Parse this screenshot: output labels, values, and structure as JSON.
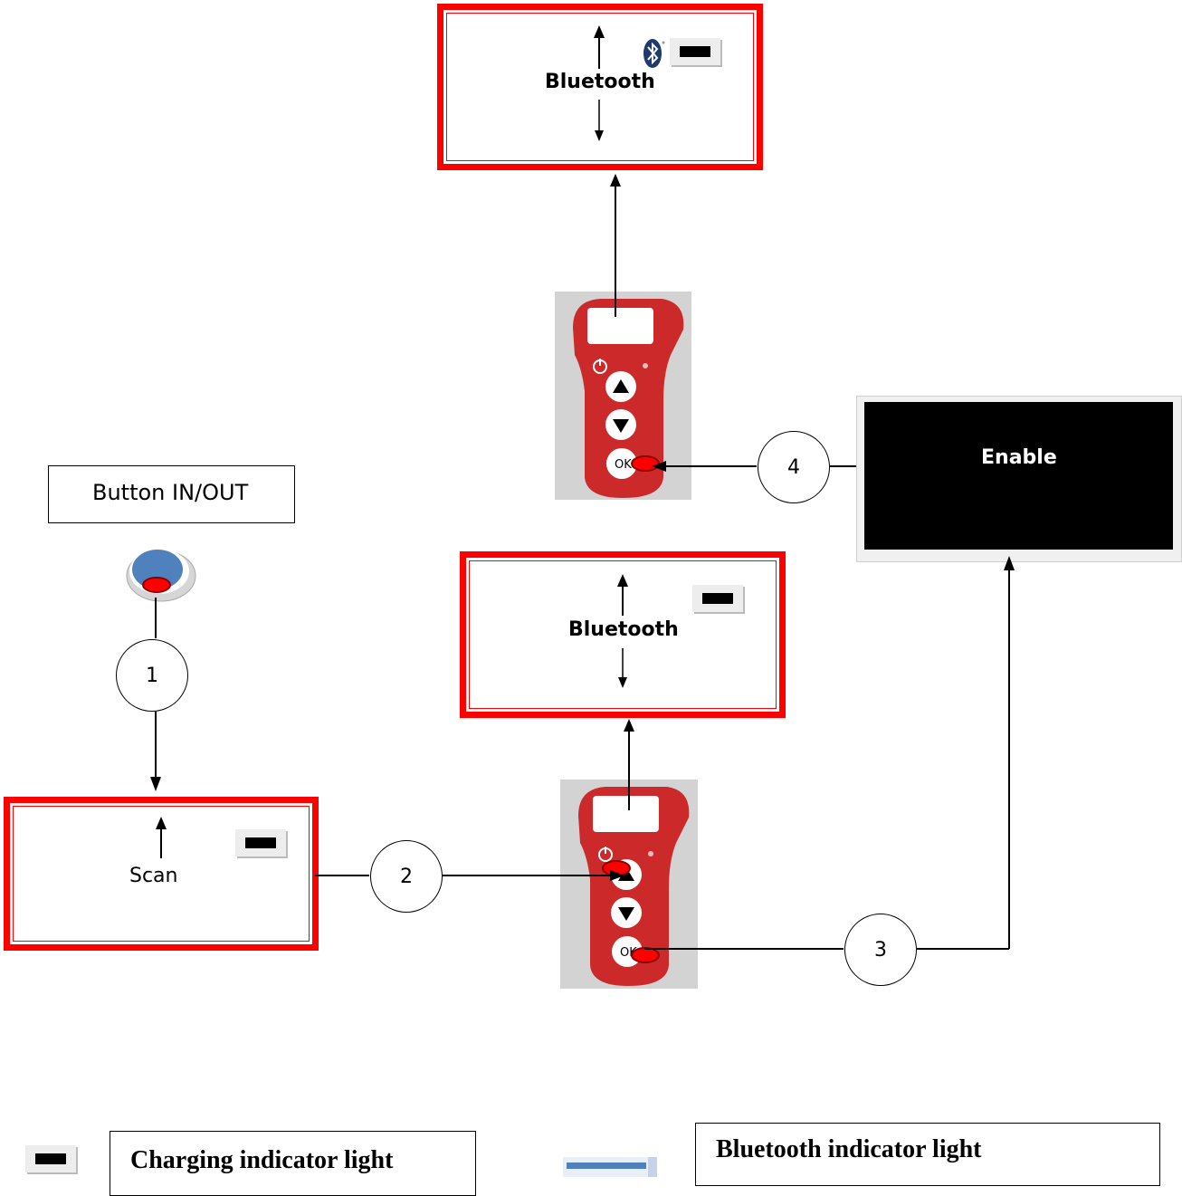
{
  "screens": {
    "top": {
      "label": "Bluetooth"
    },
    "middle": {
      "label": "Bluetooth"
    },
    "scan": {
      "label": "Scan"
    }
  },
  "enable_box": {
    "label": "Enable"
  },
  "button_box": {
    "label": "Button IN/OUT"
  },
  "steps": [
    "1",
    "2",
    "3",
    "4"
  ],
  "devices": {
    "ok_label": "OK"
  },
  "legend": {
    "charging": "Charging indicator light",
    "bluetooth": "Bluetooth indicator light"
  },
  "colors": {
    "screen_border": "#ff0000",
    "device_body": "#cc2a2a",
    "enable_bg": "#000000",
    "button_blue": "#4f81bd",
    "bluetooth_light": "#4f81bd"
  },
  "icons": [
    "bluetooth-icon",
    "power-icon",
    "up-arrow-icon",
    "down-arrow-icon"
  ]
}
